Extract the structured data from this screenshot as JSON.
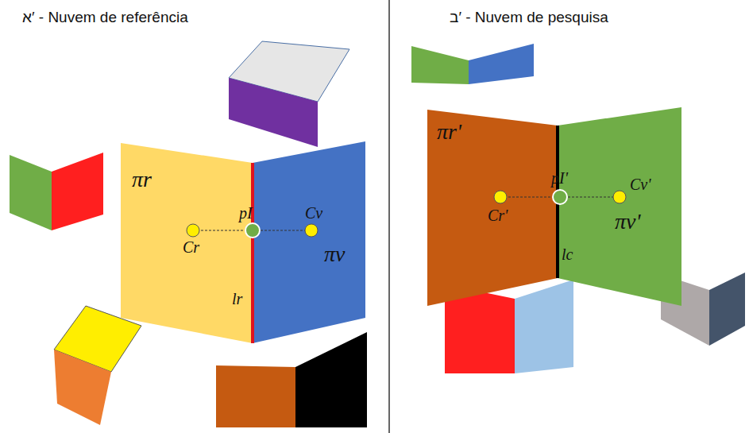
{
  "diagram": {
    "nodes": [
      {
        "text": [
          "πr"
        ]
      },
      {
        "text": [
          "πv"
        ]
      },
      {
        "text": [
          "πr'"
        ]
      },
      {
        "text": [
          "πv'"
        ]
      }
    ],
    "labels": [
      "א′ - Nuvem de referência",
      "Cr",
      "pI",
      "Cv",
      "lr",
      "ב′ - Nuvem de pesquisa",
      "Cr'",
      "pI'",
      "Cv'",
      "lc"
    ]
  }
}
